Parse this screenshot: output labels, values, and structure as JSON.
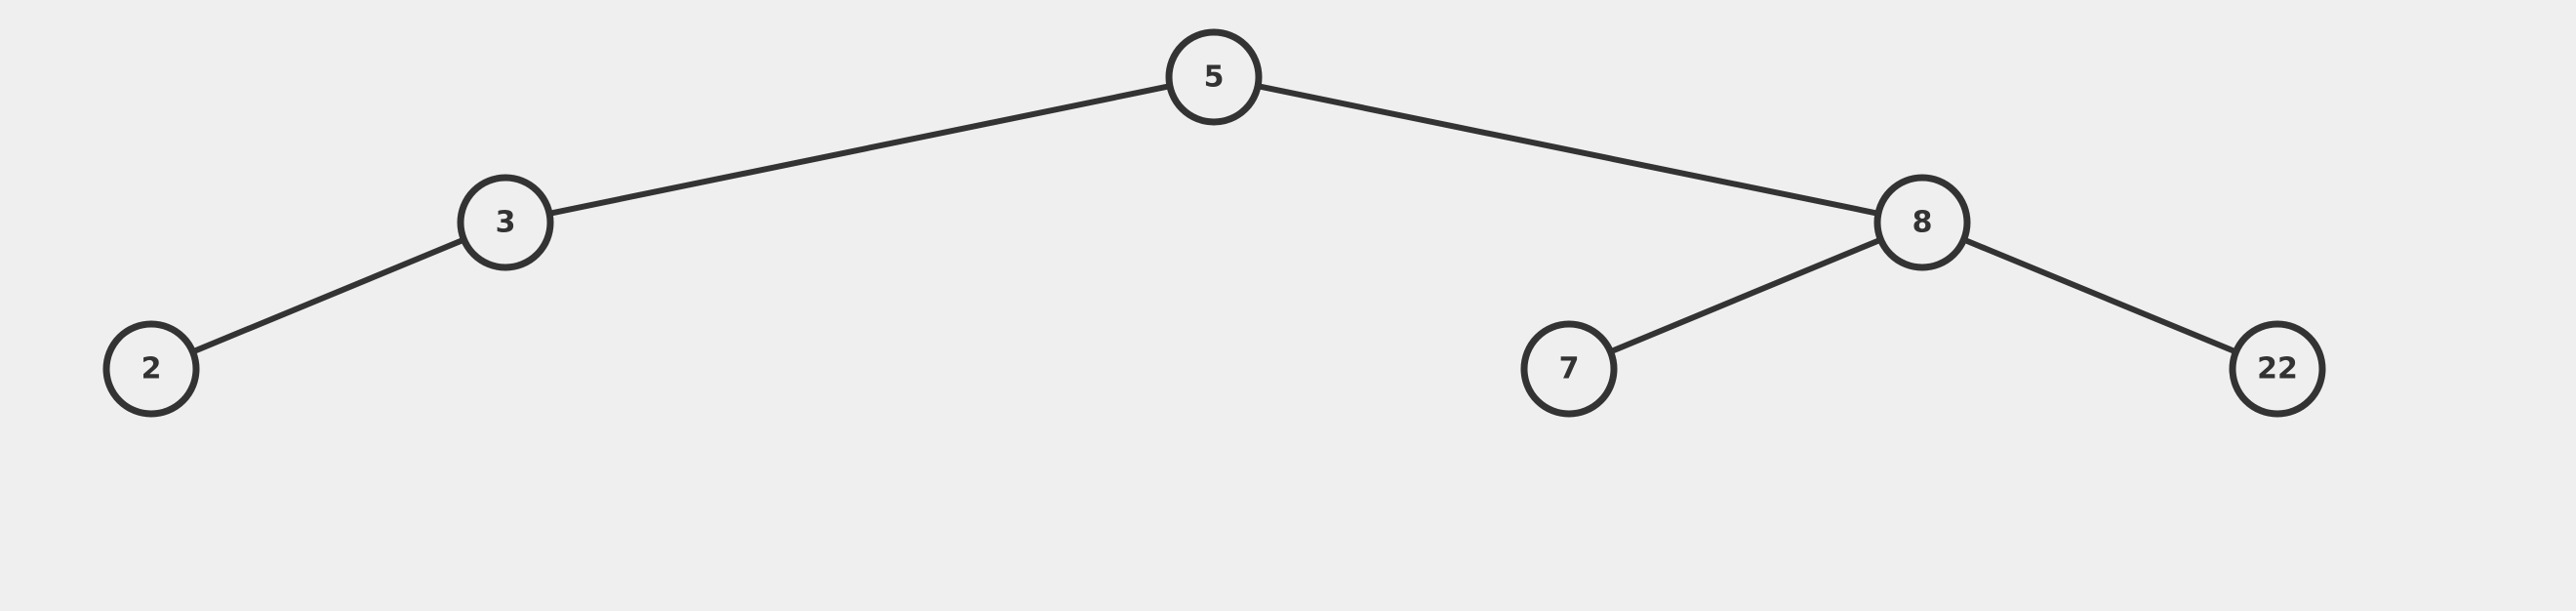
{
  "diagram": {
    "type": "binary-tree",
    "background": "#efefef",
    "stroke_color": "#333333",
    "nodes": [
      {
        "id": "n5",
        "label": "5"
      },
      {
        "id": "n3",
        "label": "3"
      },
      {
        "id": "n8",
        "label": "8"
      },
      {
        "id": "n2",
        "label": "2"
      },
      {
        "id": "n7",
        "label": "7"
      },
      {
        "id": "n22",
        "label": "22"
      }
    ],
    "edges": [
      {
        "from": "n5",
        "to": "n3"
      },
      {
        "from": "n5",
        "to": "n8"
      },
      {
        "from": "n3",
        "to": "n2"
      },
      {
        "from": "n8",
        "to": "n7"
      },
      {
        "from": "n8",
        "to": "n22"
      }
    ]
  }
}
